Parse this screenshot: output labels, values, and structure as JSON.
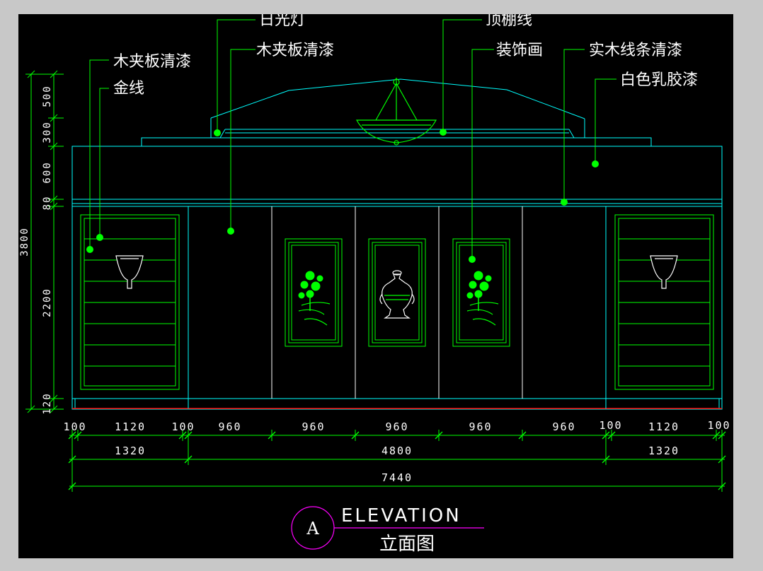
{
  "labels": {
    "sunlight_lamp": "日光灯",
    "ceiling_line": "顶棚线",
    "plywood_varnish_left": "木夹板清漆",
    "plywood_varnish_mid": "木夹板清漆",
    "decor_painting": "装饰画",
    "solid_wood_strip": "实木线条清漆",
    "gold_line": "金线",
    "white_latex": "白色乳胶漆"
  },
  "vertical_dims": [
    "500",
    "300",
    "600",
    "80",
    "2200",
    "120"
  ],
  "vertical_total": "3800",
  "horizontal_dims_row1": [
    "100",
    "1120",
    "100",
    "960",
    "960",
    "960",
    "960",
    "960",
    "100",
    "1120",
    "100"
  ],
  "horizontal_dims_row2": [
    "1320",
    "4800",
    "1320"
  ],
  "horizontal_total": "7440",
  "title": {
    "marker": "A",
    "english": "ELEVATION",
    "chinese": "立面图"
  },
  "colors": {
    "background": "#000000",
    "cyan": "#00ffff",
    "green": "#00ff00",
    "white": "#ffffff",
    "magenta": "#ff00ff",
    "red": "#ff0000"
  }
}
